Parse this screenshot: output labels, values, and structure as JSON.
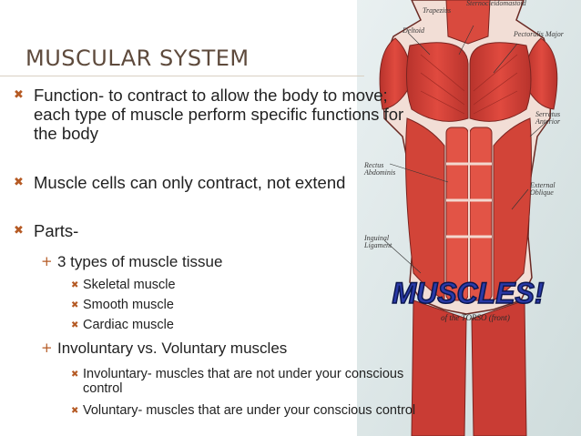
{
  "slide": {
    "title": "MUSCULAR SYSTEM",
    "accent_color": "#b55a24",
    "title_color": "#5e4a3c",
    "bullet_icon": "x-mark-icon",
    "sub_bullet_icon": "plus-icon",
    "bullets": [
      "Function- to contract to allow the body to move; each type of muscle perform specific functions for the body",
      "Muscle cells can only contract, not extend",
      "Parts-"
    ],
    "sub_bullets": [
      "3 types of muscle tissue",
      "Involuntary vs. Voluntary muscles"
    ],
    "tissue_types": [
      "Skeletal muscle",
      "Smooth muscle",
      "Cardiac muscle"
    ],
    "control_types": [
      "Involuntary- muscles that are not under your conscious control",
      "Voluntary- muscles that are under your conscious control"
    ]
  },
  "illustration": {
    "poster_word": "MUSCLES!",
    "poster_caption": "of the TORSO (front)",
    "labels": [
      "Sternocleidomastoid",
      "Deltoid",
      "Trapezius",
      "Pectoralis Major",
      "Serratus Anterior",
      "Rectus Abdominis",
      "External Oblique",
      "Inguinal Ligament"
    ]
  }
}
